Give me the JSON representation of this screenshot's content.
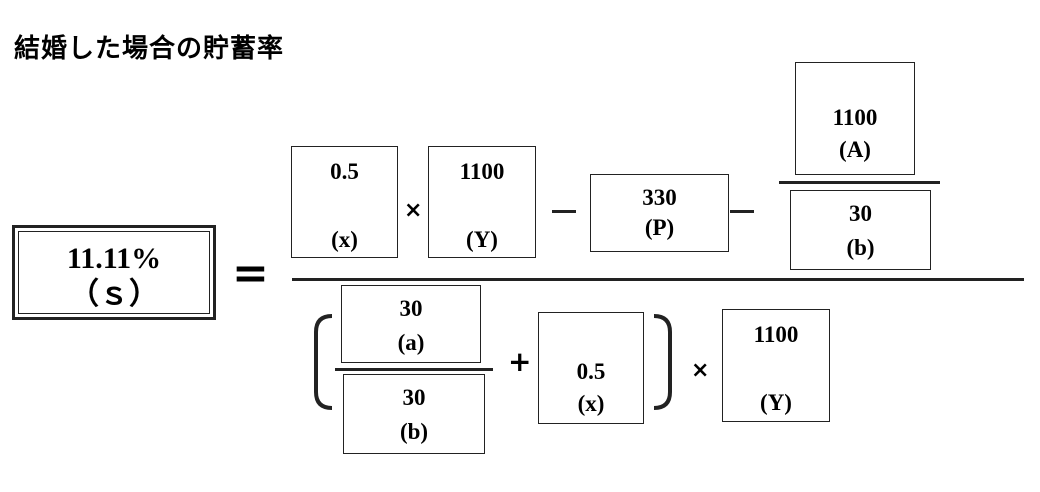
{
  "title": "結婚した場合の貯蓄率",
  "result": {
    "value": "11.11%",
    "var": "（ｓ）"
  },
  "equals": "=",
  "numerator": {
    "x": {
      "value": "0.5",
      "var": "(x)"
    },
    "times": "×",
    "Y": {
      "value": "1100",
      "var": "(Y)"
    },
    "minus1": "−",
    "P": {
      "value": "330",
      "var": "(P)"
    },
    "minus2": "−",
    "A": {
      "value": "1100",
      "var": "(A)"
    },
    "b": {
      "value": "30",
      "var": "(b)"
    }
  },
  "denominator": {
    "open_paren": "(",
    "a": {
      "value": "30",
      "var": "(a)"
    },
    "b": {
      "value": "30",
      "var": "(b)"
    },
    "plus": "+",
    "x": {
      "value": "0.5",
      "var": "(x)"
    },
    "close_paren": ")",
    "times": "×",
    "Y": {
      "value": "1100",
      "var": "(Y)"
    }
  }
}
